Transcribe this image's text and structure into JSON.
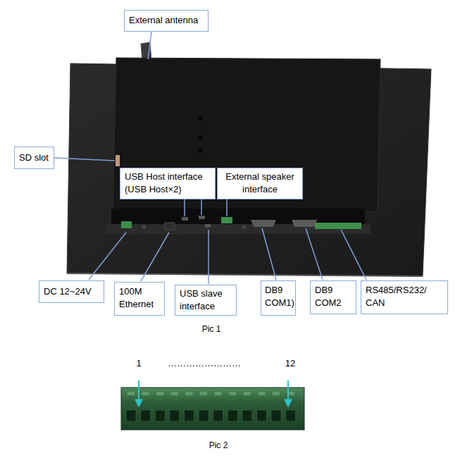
{
  "diagram": {
    "nodes": [
      {
        "text": [
          "External antenna"
        ]
      },
      {
        "text": [
          "SD slot"
        ]
      },
      {
        "text": [
          "USB Host interface (USB Host×2)"
        ]
      },
      {
        "text": [
          "External speaker interface"
        ]
      },
      {
        "text": [
          "DC 12~24V"
        ]
      },
      {
        "text": [
          "100M Ethernet"
        ]
      },
      {
        "text": [
          "USB slave interface"
        ]
      },
      {
        "text": [
          "DB9 COM1)"
        ]
      },
      {
        "text": [
          "DB9 COM2"
        ]
      },
      {
        "text": [
          "RS485/RS232/ CAN"
        ]
      }
    ],
    "labels": [
      "Pic 1",
      "1",
      "……………………",
      "12",
      "Pic 2"
    ]
  }
}
